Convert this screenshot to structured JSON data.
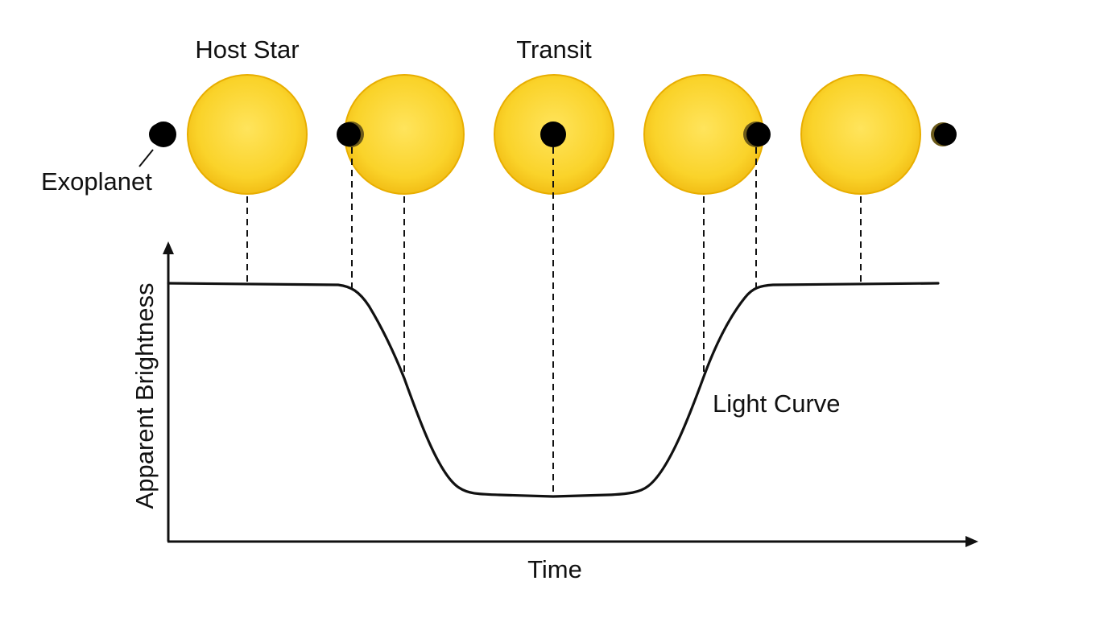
{
  "labels": {
    "host_star": "Host Star",
    "transit": "Transit",
    "exoplanet": "Exoplanet",
    "light_curve": "Light Curve",
    "y_axis": "Apparent Brightness",
    "x_axis": "Time"
  },
  "colors": {
    "star_fill_center": "#FFE45C",
    "star_fill_edge": "#F5C518",
    "star_stroke": "#E6A800",
    "planet": "#000000",
    "line": "#111111",
    "background": "#FFFFFF"
  }
}
